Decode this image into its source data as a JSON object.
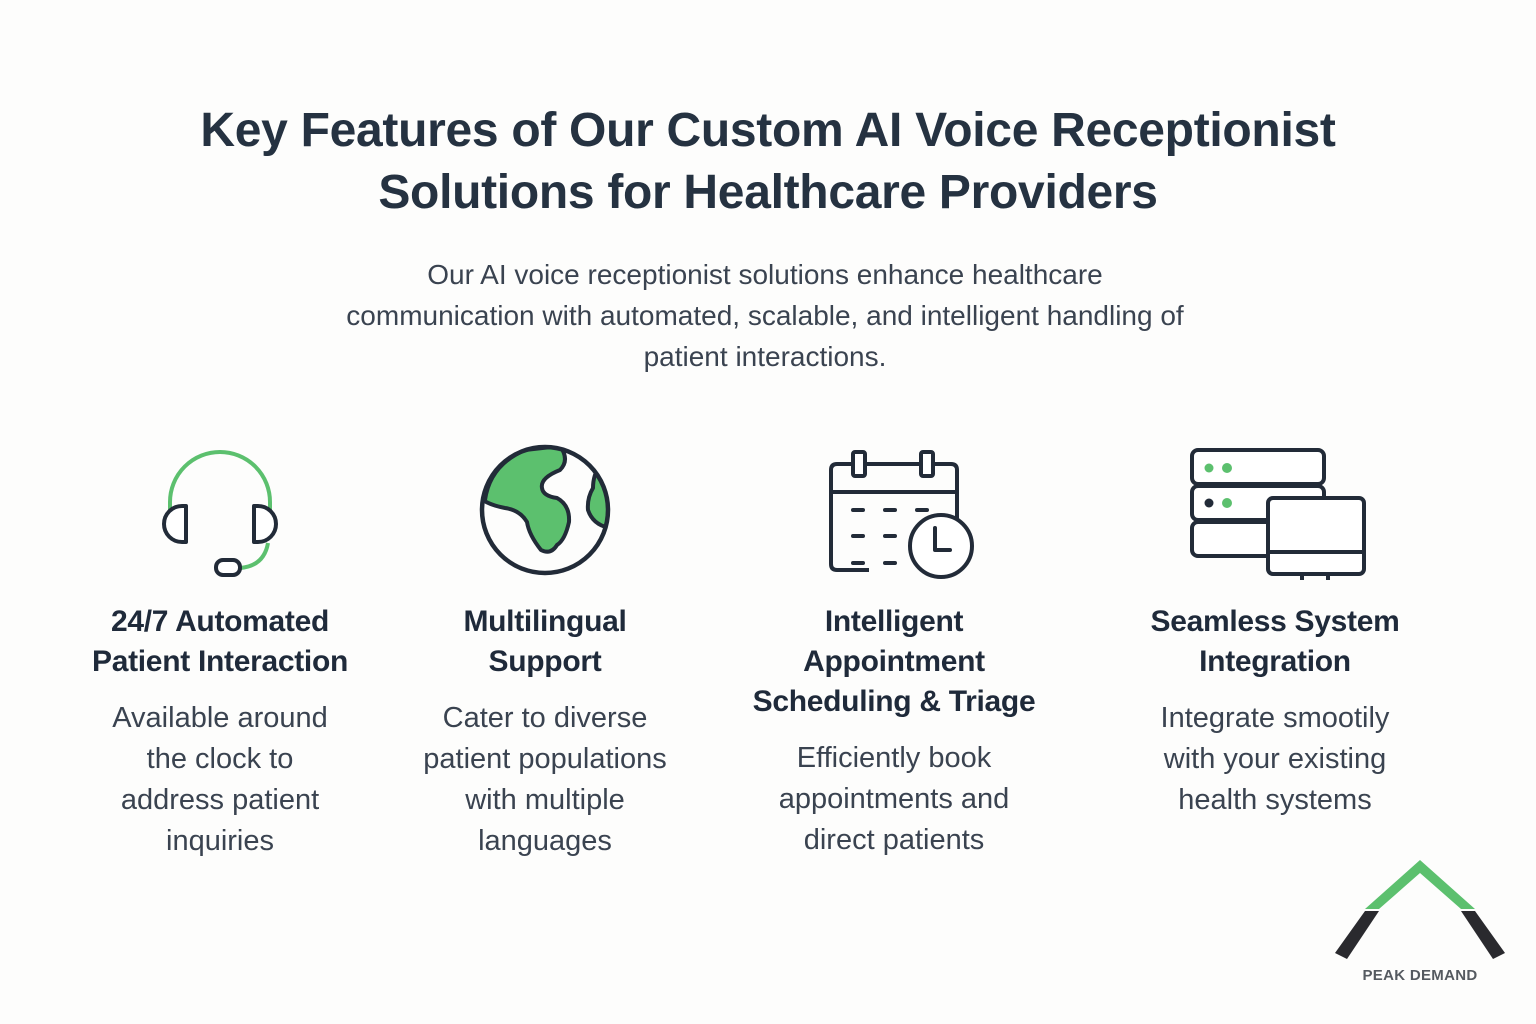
{
  "header": {
    "title_lines": [
      "Key Features of Our Custom AI Voice Receptionist",
      "Solutions for Healthcare Providers"
    ],
    "subtitle_lines": [
      "Our AI voice receptionist solutions enhance healthcare",
      "communication with automated, scalable, and intelligent handling of",
      "patient interactions."
    ]
  },
  "colors": {
    "accent_green": "#5cc06e",
    "dark_stroke": "#222b38",
    "text_dark": "#1f2a3a",
    "text_body": "#3a4350",
    "background": "#fdfdfc"
  },
  "features": [
    {
      "icon": "headset-icon",
      "title_lines": [
        "24/7 Automated",
        "Patient Interaction"
      ],
      "desc_lines": [
        "Available around",
        "the clock to",
        "address patient",
        "inquiries"
      ]
    },
    {
      "icon": "globe-icon",
      "title_lines": [
        "Multilingual",
        "Support"
      ],
      "desc_lines": [
        "Cater to diverse",
        "patient populations",
        "with multiple",
        "languages"
      ]
    },
    {
      "icon": "calendar-clock-icon",
      "title_lines": [
        "Intelligent Appointment",
        "Scheduling & Triage"
      ],
      "desc_lines": [
        "Efficiently book",
        "appointments and",
        "direct patients"
      ]
    },
    {
      "icon": "server-monitor-icon",
      "title_lines": [
        "Seamless System",
        "Integration"
      ],
      "desc_lines": [
        "Integrate smootily",
        "with your existing",
        "health systems"
      ]
    }
  ],
  "logo": {
    "text": "PEAK DEMAND"
  }
}
